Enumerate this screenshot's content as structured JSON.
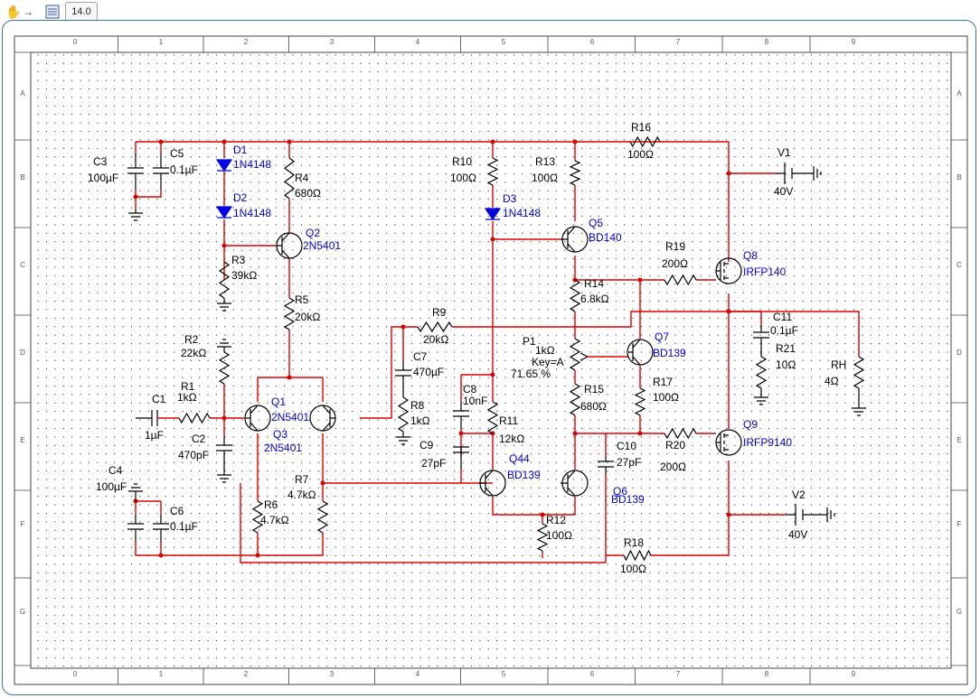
{
  "toolbar": {
    "zoom_tab": "14.0",
    "hand_icon": "hand-pan-icon",
    "arrow_icon": "arrow-right-icon",
    "chart_icon": "chart-icon"
  },
  "ruler": {
    "cols": [
      "0",
      "1",
      "2",
      "3",
      "4",
      "5",
      "6",
      "7",
      "8",
      "9"
    ],
    "rows": [
      "A",
      "B",
      "C",
      "D",
      "E",
      "F",
      "G"
    ]
  },
  "colors": {
    "wire": "#e00000",
    "component": "#000000",
    "label_blue": "#0000e0",
    "grid_dot": "#000000"
  },
  "components": {
    "C3": {
      "name": "C3",
      "value": "100µF"
    },
    "C5": {
      "name": "C5",
      "value": "0.1µF"
    },
    "D1": {
      "name": "D1",
      "value": "1N4148"
    },
    "D2": {
      "name": "D2",
      "value": "1N4148"
    },
    "R4": {
      "name": "R4",
      "value": "680Ω"
    },
    "Q2": {
      "name": "Q2",
      "value": "2N5401"
    },
    "R3": {
      "name": "R3",
      "value": "39kΩ"
    },
    "R5": {
      "name": "R5",
      "value": "20kΩ"
    },
    "R2": {
      "name": "R2",
      "value": "22kΩ"
    },
    "R1": {
      "name": "R1",
      "value": "1kΩ"
    },
    "C1": {
      "name": "C1",
      "value": "1µF"
    },
    "C2": {
      "name": "C2",
      "value": "470pF"
    },
    "Q1": {
      "name": "Q1",
      "value": "2N5401"
    },
    "Q3": {
      "name": "Q3",
      "value": "2N5401"
    },
    "C4": {
      "name": "C4",
      "value": "100µF"
    },
    "C6": {
      "name": "C6",
      "value": "0.1µF"
    },
    "R6": {
      "name": "R6",
      "value": "4.7kΩ"
    },
    "R7": {
      "name": "R7",
      "value": "4.7kΩ"
    },
    "R9": {
      "name": "R9",
      "value": "20kΩ"
    },
    "C7": {
      "name": "C7",
      "value": "470µF"
    },
    "R8": {
      "name": "R8",
      "value": "1kΩ"
    },
    "R10": {
      "name": "R10",
      "value": "100Ω"
    },
    "D3": {
      "name": "D3",
      "value": "1N4148"
    },
    "R13": {
      "name": "R13",
      "value": "100Ω"
    },
    "Q5": {
      "name": "Q5",
      "value": "BD140"
    },
    "R16": {
      "name": "R16",
      "value": "100Ω"
    },
    "V1": {
      "name": "V1",
      "value": "40V"
    },
    "R19": {
      "name": "R19",
      "value": "200Ω"
    },
    "Q8": {
      "name": "Q8",
      "value": "IRFP140"
    },
    "R14": {
      "name": "R14",
      "value": "6.8kΩ"
    },
    "C11": {
      "name": "C11",
      "value": "0.1µF"
    },
    "R21": {
      "name": "R21",
      "value": "10Ω"
    },
    "RH": {
      "name": "RH",
      "value": "4Ω"
    },
    "P1": {
      "name": "P1",
      "value": "1kΩ",
      "key": "Key=A",
      "percent": "71.65 %"
    },
    "Q7": {
      "name": "Q7",
      "value": "BD139"
    },
    "R17": {
      "name": "R17",
      "value": "100Ω"
    },
    "C8": {
      "name": "C8",
      "value": "10nF"
    },
    "R11": {
      "name": "R11",
      "value": "12kΩ"
    },
    "R15": {
      "name": "R15",
      "value": "680Ω"
    },
    "C9": {
      "name": "C9",
      "value": "27pF"
    },
    "C10": {
      "name": "C10",
      "value": "27pF"
    },
    "R20": {
      "name": "R20",
      "value": "200Ω"
    },
    "Q9": {
      "name": "Q9",
      "value": "IRFP9140"
    },
    "Q44": {
      "name": "Q44",
      "value": "BD139"
    },
    "Q6": {
      "name": "Q6",
      "value": "BD139"
    },
    "R12": {
      "name": "R12",
      "value": "100Ω"
    },
    "V2": {
      "name": "V2",
      "value": "40V"
    },
    "R18": {
      "name": "R18",
      "value": "100Ω"
    }
  }
}
